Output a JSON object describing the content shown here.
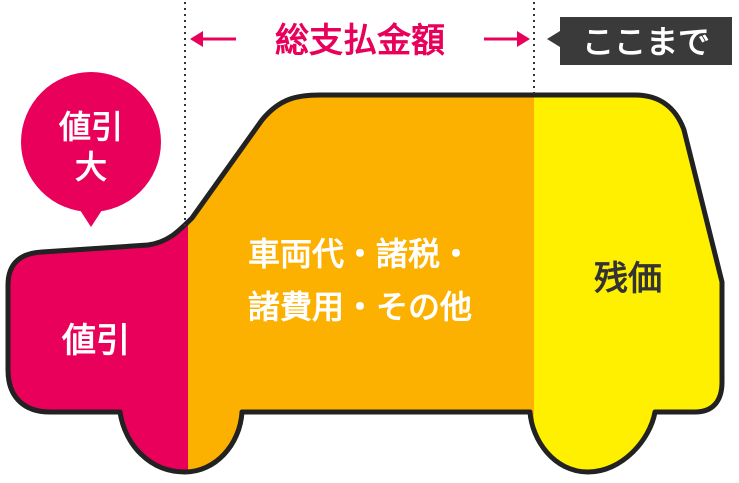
{
  "header": {
    "total_label": "総支払金額",
    "until_badge": "ここまで"
  },
  "bubble": {
    "line1": "値引",
    "line2": "大"
  },
  "car": {
    "discount_label": "値引",
    "main_label_line1": "車両代・諸税・",
    "main_label_line2": "諸費用・その他",
    "residual_label": "残価"
  },
  "colors": {
    "discount": "#e8005a",
    "main": "#fcb000",
    "residual": "#fff000",
    "outline": "#222222",
    "accent_text": "#e8005a",
    "badge_bg": "#3a3a3a"
  }
}
